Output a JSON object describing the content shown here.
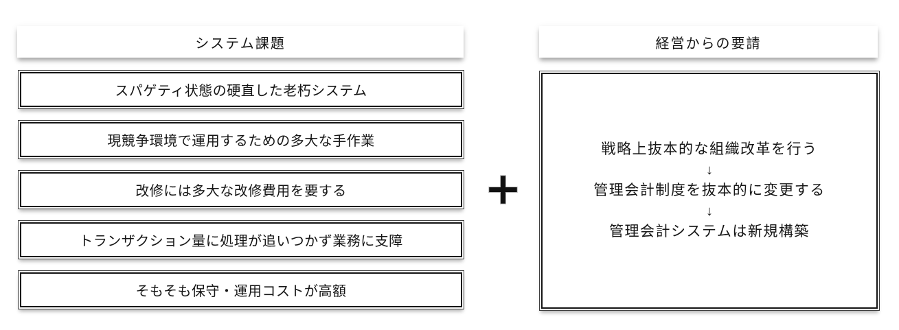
{
  "left_panel": {
    "header": "システム課題",
    "items": [
      "スパゲティ状態の硬直した老朽システム",
      "現競争環境で運用するための多大な手作業",
      "改修には多大な改修費用を要する",
      "トランザクション量に処理が追いつかず業務に支障",
      "そもそも保守・運用コストが高額"
    ]
  },
  "plus_symbol": "+",
  "right_panel": {
    "header": "経営からの要請",
    "steps": [
      "戦略上抜本的な組織改革を行う",
      "管理会計制度を抜本的に変更する",
      "管理会計システムは新規構築"
    ],
    "arrow": "↓"
  },
  "colors": {
    "background": "#ffffff",
    "border_outer": "#3d3d3d",
    "border_inner": "#141414",
    "text": "#161616"
  }
}
